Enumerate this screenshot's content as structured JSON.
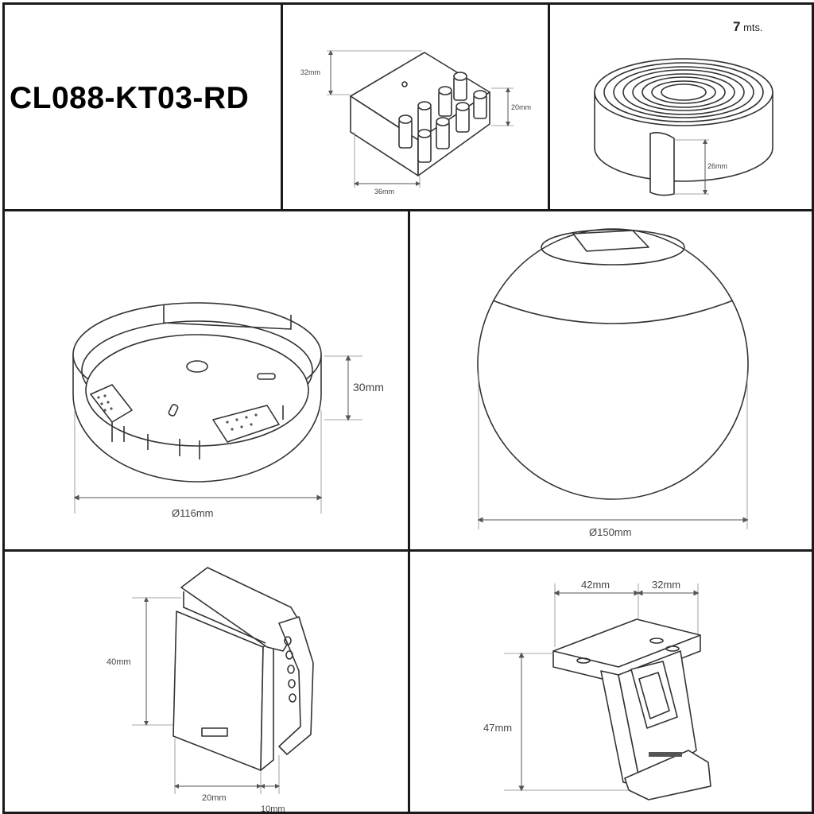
{
  "product": {
    "code": "CL088-KT03-RD"
  },
  "panels": {
    "connector": {
      "height": "32mm",
      "width": "36mm",
      "depth": "20mm"
    },
    "tape": {
      "length_number": "7",
      "length_unit": "mts.",
      "width": "26mm"
    },
    "base": {
      "height": "30mm",
      "diameter": "Ø116mm"
    },
    "globe": {
      "diameter": "Ø150mm"
    },
    "clip": {
      "height": "40mm",
      "width": "20mm",
      "depth": "10mm"
    },
    "bracket": {
      "width_a": "42mm",
      "width_b": "32mm",
      "height": "47mm"
    }
  },
  "icons": [
    "terminal-block-drawing",
    "tape-roll-drawing",
    "ceiling-base-drawing",
    "globe-shade-drawing",
    "wall-clip-drawing",
    "bracket-drawing"
  ]
}
